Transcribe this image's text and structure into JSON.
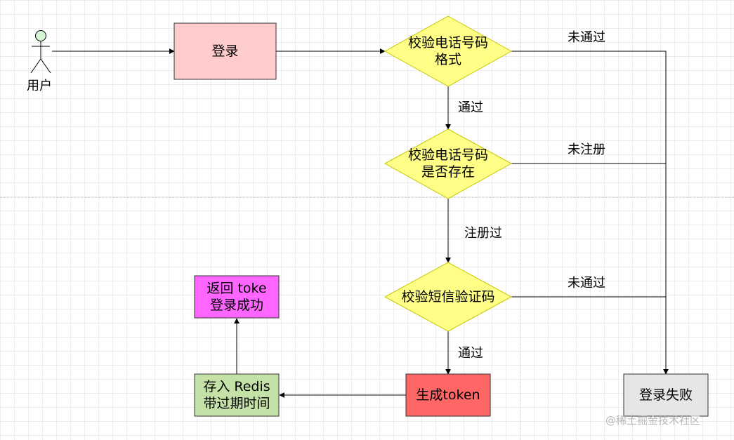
{
  "actor": {
    "label": "用户"
  },
  "nodes": {
    "login": "登录",
    "check_format": "校验电话号码\n格式",
    "check_exists": "校验电话号码\n是否存在",
    "check_sms": "校验短信验证码",
    "gen_token": "生成token",
    "store_redis": "存入 Redis\n带过期时间",
    "return_token": "返回 toke\n登录成功",
    "login_fail": "登录失败"
  },
  "edges": {
    "format_fail": "未通过",
    "format_pass": "通过",
    "not_registered": "未注册",
    "registered": "注册过",
    "sms_fail": "未通过",
    "sms_pass": "通过"
  },
  "colors": {
    "login_fill": "#ffcccc",
    "decision_fill": "#ffff88",
    "decision_stroke": "#c8c800",
    "gen_token_fill": "#ff6666",
    "store_redis_fill": "#c4e2a8",
    "return_token_fill": "#ff66ff",
    "login_fail_fill": "#e6e6e6",
    "actor_head_fill": "#d5f5d5"
  },
  "watermark": "@稀土掘金技术社区"
}
